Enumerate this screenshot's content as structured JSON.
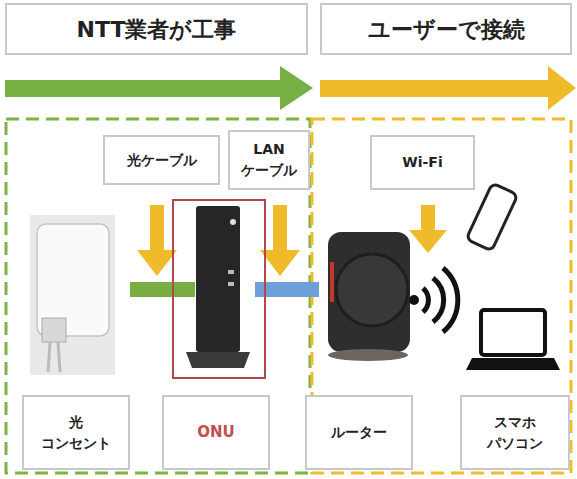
{
  "diagram": {
    "nodes": [
      {
        "text": [
          "NTT業者が工事"
        ]
      },
      {
        "text": [
          "ユーザーで接続"
        ]
      },
      {
        "text": [
          "光ケーブル"
        ]
      },
      {
        "text": [
          "LAN ケーブル"
        ]
      },
      {
        "text": [
          "Wi-Fi"
        ]
      },
      {
        "text": [
          "光 コンセント"
        ]
      },
      {
        "text": [
          "ONU"
        ]
      },
      {
        "text": [
          "ルーター"
        ]
      },
      {
        "text": [
          "スマホ パソコン"
        ]
      }
    ]
  }
}
